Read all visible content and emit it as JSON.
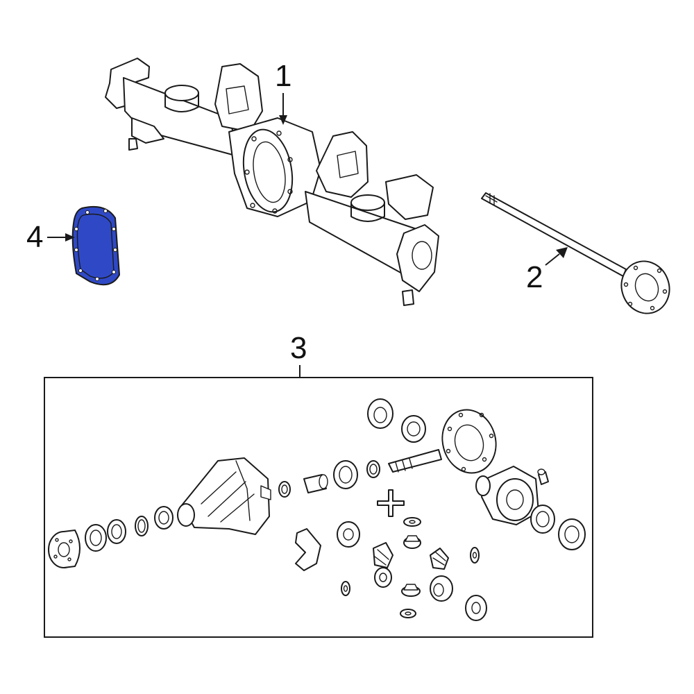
{
  "callouts": [
    {
      "id": "1",
      "label": "1"
    },
    {
      "id": "2",
      "label": "2"
    },
    {
      "id": "3",
      "label": "3"
    },
    {
      "id": "4",
      "label": "4"
    }
  ],
  "colors": {
    "highlight": "#2f49c6",
    "line": "#1a1a1a",
    "background": "#ffffff"
  }
}
